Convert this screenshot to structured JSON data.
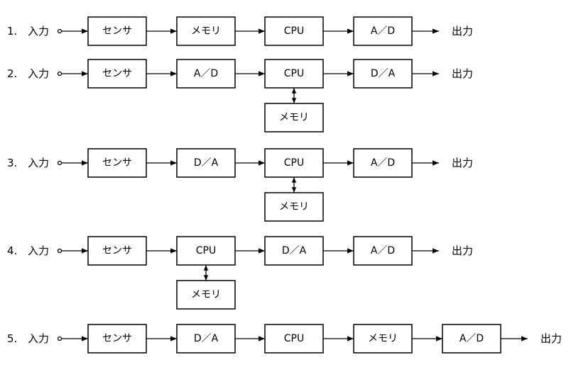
{
  "diagrams": [
    {
      "number": "1.",
      "input": "入力",
      "output": "出力",
      "blocks": [
        "センサ",
        "メモリ",
        "CPU",
        "A／D"
      ],
      "memory": null
    },
    {
      "number": "2.",
      "input": "入力",
      "output": "出力",
      "blocks": [
        "センサ",
        "A／D",
        "CPU",
        "D／A"
      ],
      "memory": "メモリ"
    },
    {
      "number": "3.",
      "input": "入力",
      "output": "出力",
      "blocks": [
        "センサ",
        "D／A",
        "CPU",
        "A／D"
      ],
      "memory": "メモリ"
    },
    {
      "number": "4.",
      "input": "入力",
      "output": "出力",
      "blocks": [
        "センサ",
        "CPU",
        "D／A",
        "A／D"
      ],
      "memory": "メモリ"
    },
    {
      "number": "5.",
      "input": "入力",
      "output": "出力",
      "blocks": [
        "センサ",
        "D／A",
        "CPU",
        "メモリ",
        "A／D"
      ],
      "memory": null
    }
  ]
}
